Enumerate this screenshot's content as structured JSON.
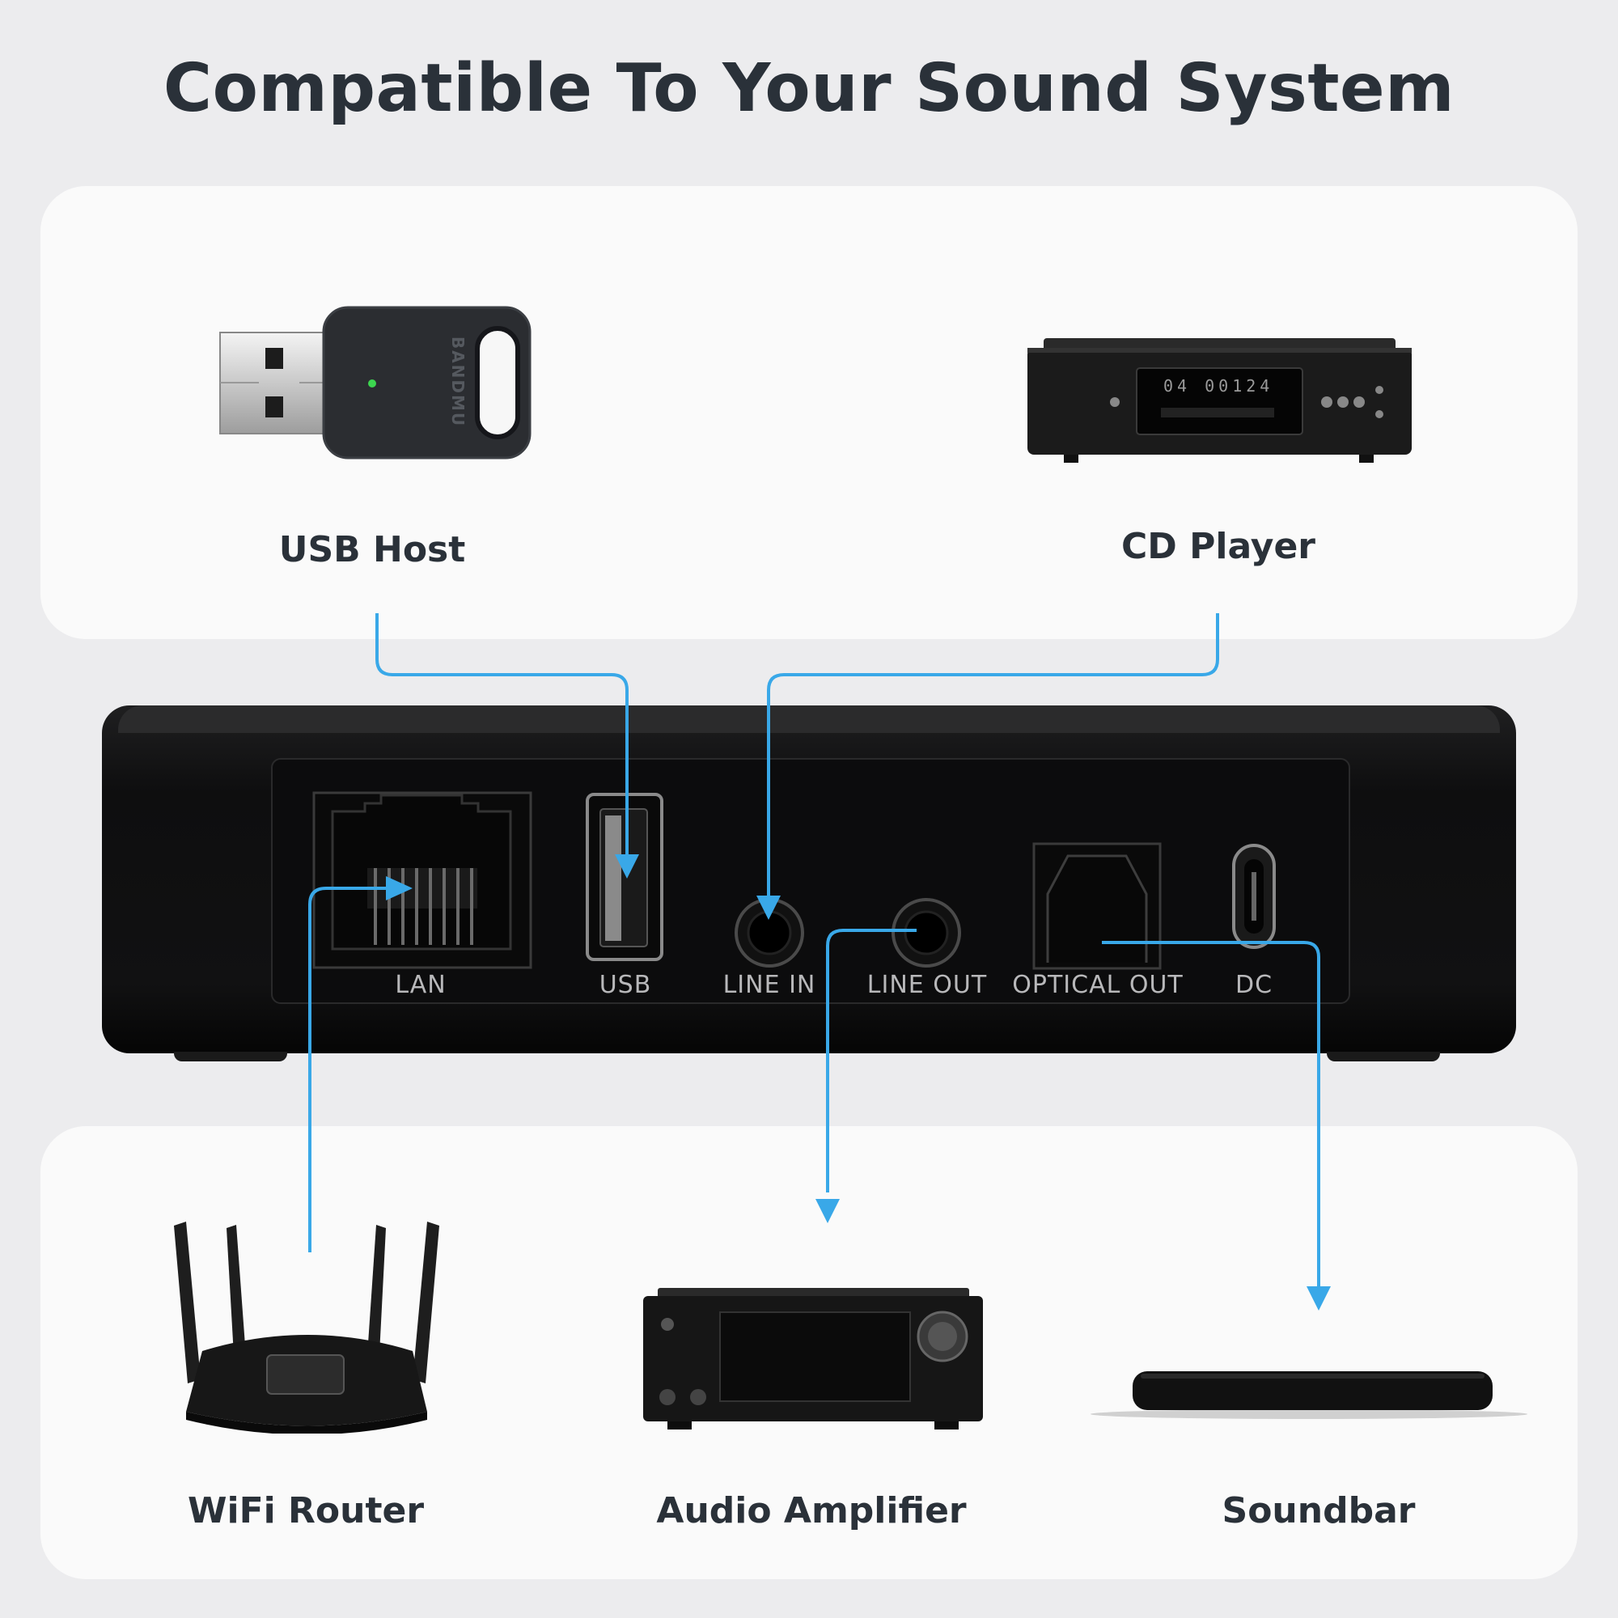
{
  "title": "Compatible To Your Sound System",
  "devices": {
    "usb_host": "USB Host",
    "cd_player": "CD Player",
    "wifi_router": "WiFi Router",
    "audio_amplifier": "Audio Amplifier",
    "soundbar": "Soundbar"
  },
  "device_marks": {
    "usb_brand": "BANDMU",
    "cd_display": "04 00124"
  },
  "ports": {
    "lan": "LAN",
    "usb": "USB",
    "line_in": "LINE IN",
    "line_out": "LINE OUT",
    "optical_out": "OPTICAL OUT",
    "dc": "DC"
  },
  "colors": {
    "arrow": "#39a8e8",
    "title": "#2a3139",
    "background": "#ececee",
    "card": "#fafafa"
  }
}
